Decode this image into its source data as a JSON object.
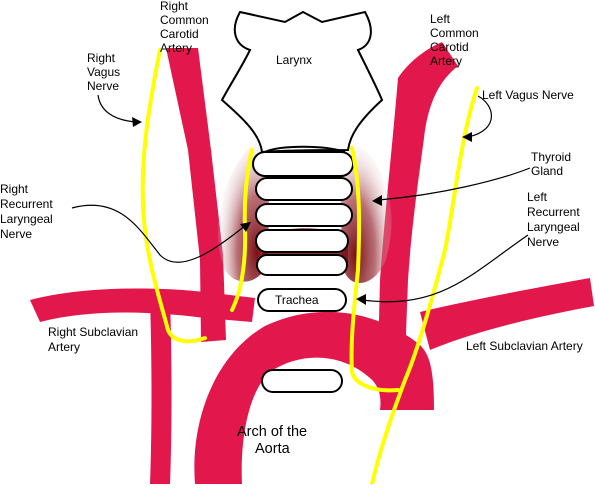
{
  "labels": {
    "right_cca": [
      "Right",
      "Common",
      "Carotid",
      "Artery"
    ],
    "larynx": "Larynx",
    "left_cca": [
      "Left",
      "Common",
      "Carotid",
      "Artery"
    ],
    "right_vagus": [
      "Right",
      "Vagus",
      "Nerve"
    ],
    "left_vagus": "Left Vagus Nerve",
    "thyroid": [
      "Thyroid",
      "Gland"
    ],
    "right_rln": [
      "Right",
      "Recurrent",
      "Laryngeal",
      "Nerve"
    ],
    "left_rln": [
      "Left",
      "Recurrent",
      "Laryngeal",
      "Nerve"
    ],
    "trachea": "Trachea",
    "right_subclavian": [
      "Right Subclavian",
      "Artery"
    ],
    "left_subclavian": "Left Subclavian Artery",
    "aorta": [
      "Arch of the",
      "Aorta"
    ]
  },
  "colors": {
    "artery": "#e2184c",
    "nerve": "#ffff00",
    "thyroid": "#7a0f14",
    "outline": "#000000"
  }
}
